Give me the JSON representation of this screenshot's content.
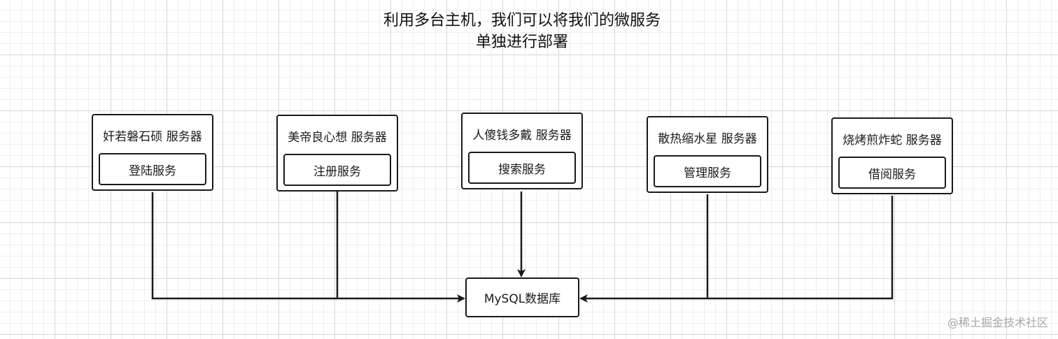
{
  "title": {
    "line1": "利用多台主机，我们可以将我们的微服务",
    "line2": "单独进行部署"
  },
  "servers": [
    {
      "name": "奸若磐石硕 服务器",
      "service": "登陆服务"
    },
    {
      "name": "美帝良心想 服务器",
      "service": "注册服务"
    },
    {
      "name": "人傻钱多戴 服务器",
      "service": "搜索服务"
    },
    {
      "name": "散热缩水星 服务器",
      "service": "管理服务"
    },
    {
      "name": "烧烤煎炸蛇 服务器",
      "service": "借阅服务"
    }
  ],
  "database": {
    "label": "MySQL数据库"
  },
  "watermark": "@稀土掘金技术社区",
  "colors": {
    "stroke": "#1a1a1a",
    "grid_major": "#d6d6d6",
    "grid_minor": "#eeeeee",
    "watermark": "#a8a8a8"
  }
}
